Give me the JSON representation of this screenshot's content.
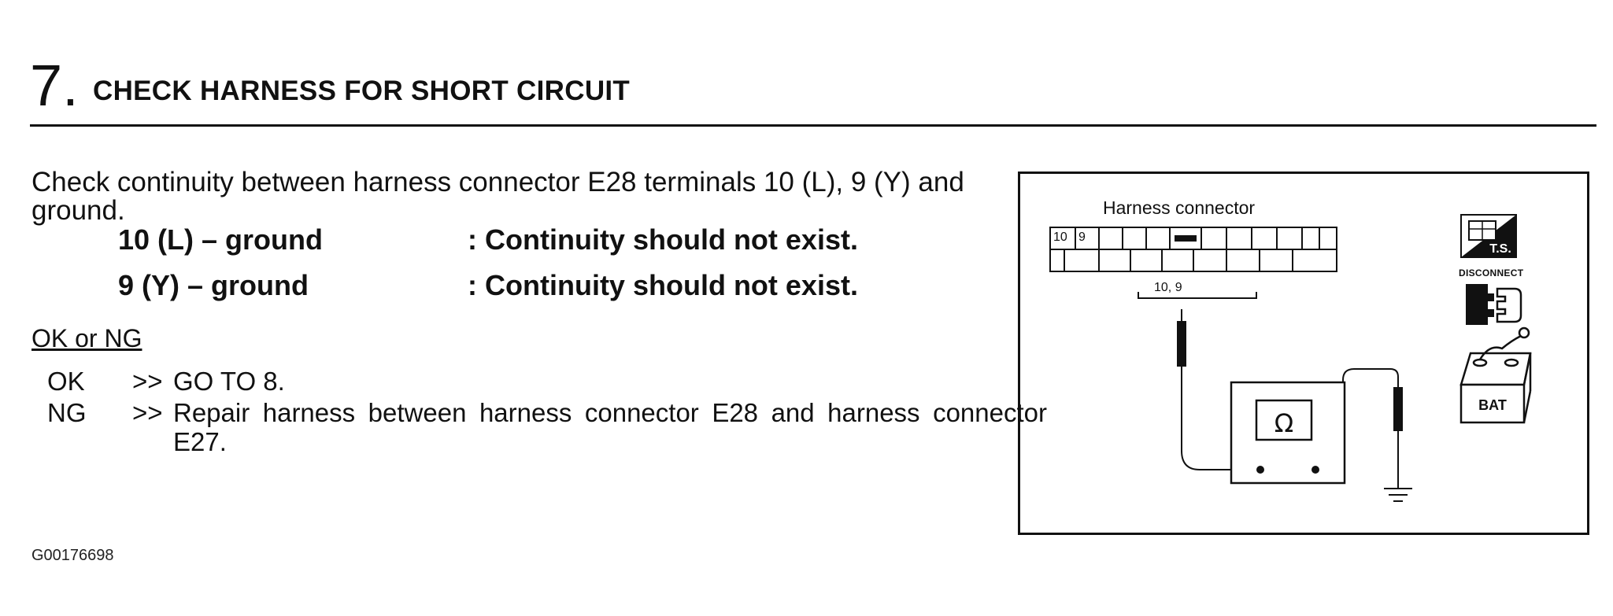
{
  "step": {
    "number": "7.",
    "title": "CHECK HARNESS FOR SHORT CIRCUIT"
  },
  "intro": "Check continuity between harness connector E28 terminals 10 (L), 9 (Y) and ground.",
  "specs": [
    {
      "term": "10 (L) – ground",
      "value": ": Continuity should not exist."
    },
    {
      "term": "9 (Y) – ground",
      "value": ": Continuity should not exist."
    }
  ],
  "results": {
    "heading": "OK or NG",
    "items": [
      {
        "code": "OK",
        "arrow": ">>",
        "action": "GO TO 8."
      },
      {
        "code": "NG",
        "arrow": ">>",
        "action": "Repair harness between harness connector E28 and harness connector E27."
      }
    ]
  },
  "figure": {
    "connector_label": "Harness connector",
    "cell_labels": [
      "10",
      "9"
    ],
    "terminals_label": "10, 9",
    "meter_symbol": "Ω",
    "icons": [
      {
        "name": "troubleshooting-icon",
        "label": "T.S."
      },
      {
        "name": "disconnect-icon",
        "label": "DISCONNECT"
      },
      {
        "name": "battery-icon",
        "label": "BAT"
      }
    ]
  },
  "document_code": "G00176698"
}
